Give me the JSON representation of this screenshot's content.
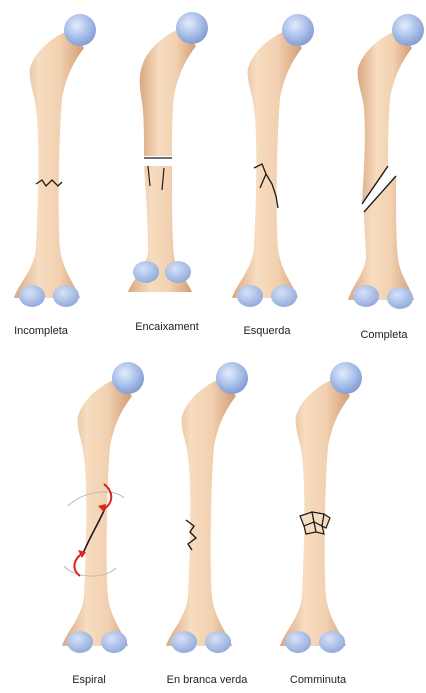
{
  "colors": {
    "bone": "#f2d1b0",
    "bone_shadow": "#d9a882",
    "bone_highlight": "#fbe6cf",
    "cartilage": "#9fb6e6",
    "cartilage_highlight": "#dbe6fb",
    "crack": "#1a1a1a",
    "arrow": "#d8261f",
    "label_text": "#222222"
  },
  "fracture_types": [
    {
      "label": "Incompleta"
    },
    {
      "label": "Encaixament"
    },
    {
      "label": "Esquerda"
    },
    {
      "label": "Completa"
    },
    {
      "label": "Espiral"
    },
    {
      "label": "En branca verda"
    },
    {
      "label": "Comminuta"
    }
  ]
}
